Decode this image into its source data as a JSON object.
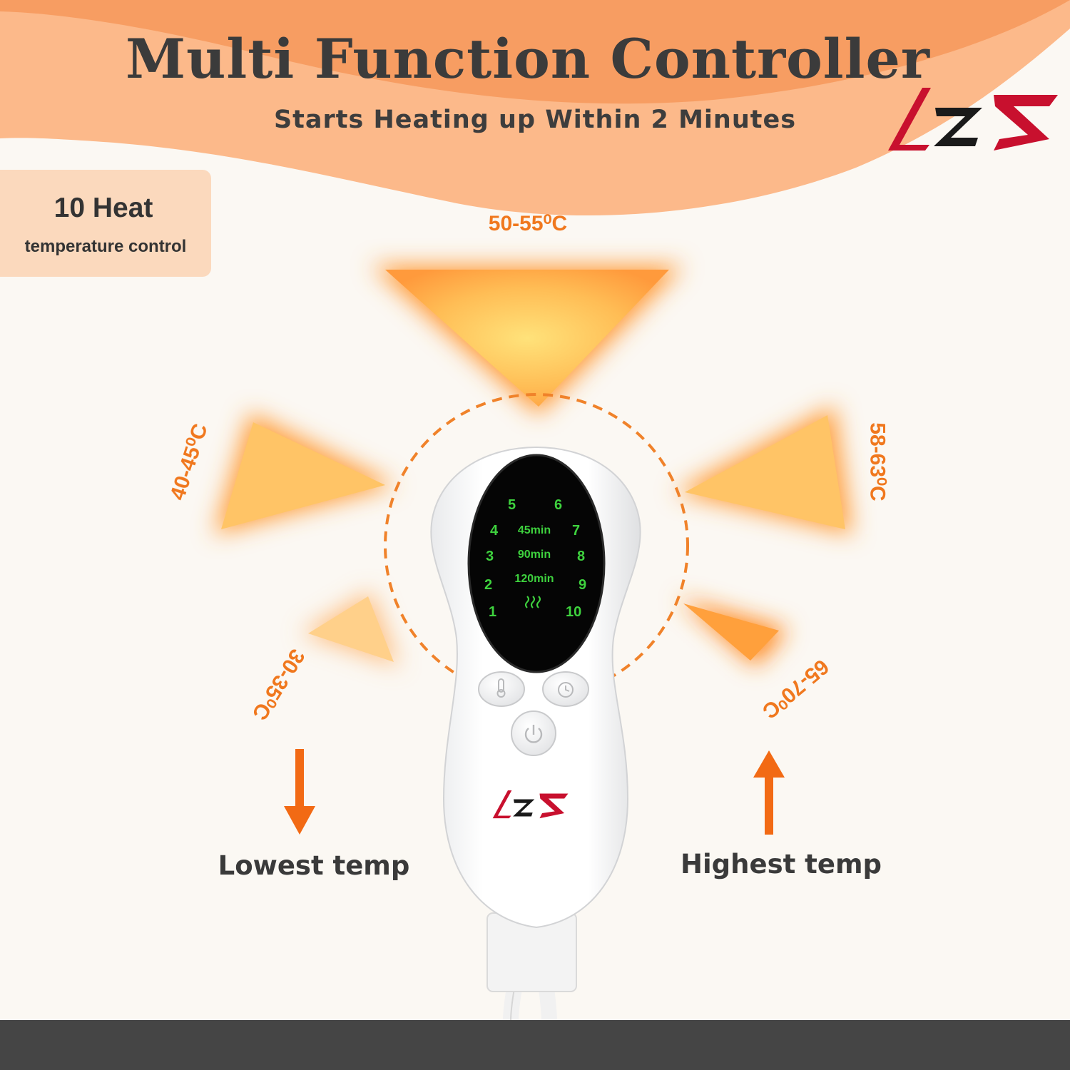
{
  "header": {
    "title": "Multi Function Controller",
    "subtitle": "Starts Heating up Within 2 Minutes"
  },
  "badge": {
    "title": "10 Heat",
    "subtitle": "temperature control"
  },
  "temps": {
    "top": "50-55⁰C",
    "left": "40-45⁰C",
    "right": "58-63⁰C",
    "lower_left": "30-35⁰C",
    "lower_right": "65-70⁰C"
  },
  "captions": {
    "lowest": "Lowest temp",
    "highest": "Highest temp"
  },
  "controller": {
    "levels": [
      "1",
      "2",
      "3",
      "4",
      "5",
      "6",
      "7",
      "8",
      "9",
      "10"
    ],
    "timers": [
      "45min",
      "90min",
      "120min"
    ]
  },
  "icons": {
    "logo": "azs-logo",
    "heat": "heat-waves-icon",
    "thermometer": "thermometer-icon",
    "timer": "timer-icon",
    "power": "power-icon"
  },
  "colors": {
    "accent": "#f0781e",
    "lcd_green": "#3ed23e",
    "logo_red": "#c8102e",
    "logo_black": "#1a1a1a"
  }
}
